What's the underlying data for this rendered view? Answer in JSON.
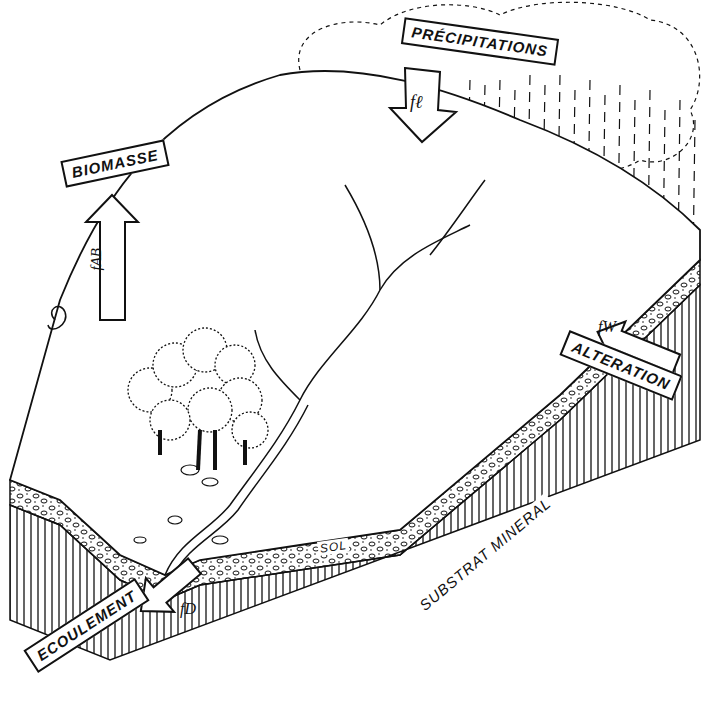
{
  "diagram": {
    "nodes": [
      {
        "text": [
          "BIOMASSE"
        ]
      },
      {
        "text": [
          "PRÉCIPITATIONS"
        ]
      },
      {
        "text": [
          "ALTERATION"
        ]
      },
      {
        "text": [
          "ECOULEMENT"
        ]
      }
    ],
    "labels": [
      "fAB",
      "fℓ",
      "fW",
      "fD",
      "SOL",
      "SUBSTRAT MINERAL"
    ]
  }
}
